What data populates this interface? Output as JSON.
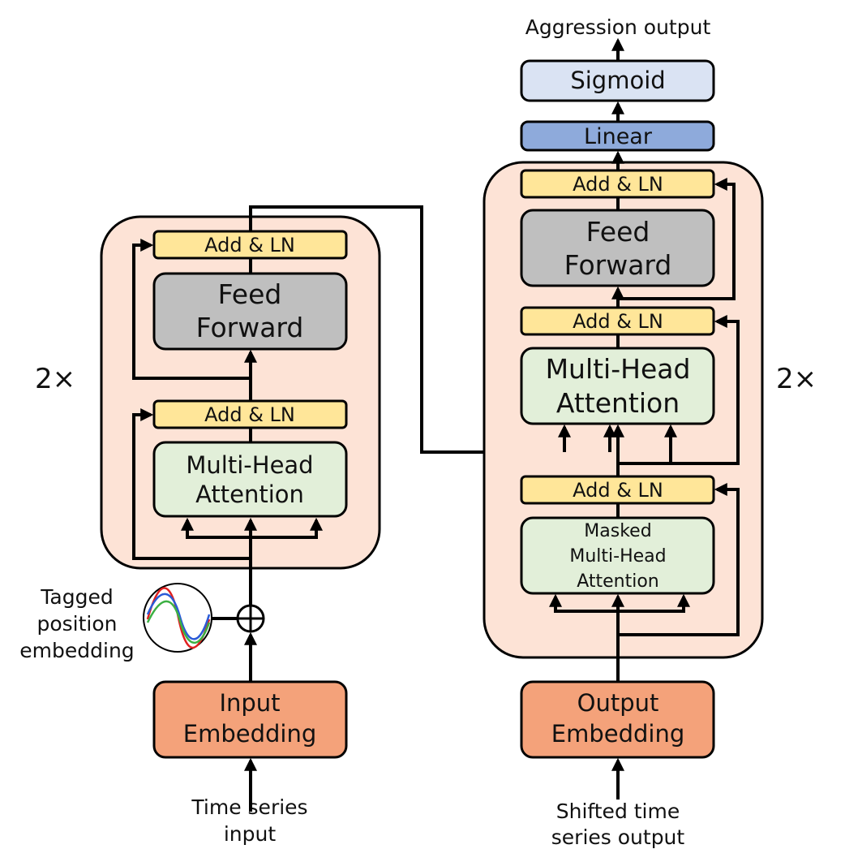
{
  "encoder": {
    "repeat": "2×",
    "add_ln_top": "Add & LN",
    "feed_forward": [
      "Feed",
      "Forward"
    ],
    "add_ln_bottom": "Add & LN",
    "attention": [
      "Multi-Head",
      "Attention"
    ],
    "position_embedding_label": [
      "Tagged",
      "position",
      "embedding"
    ],
    "input_embedding": [
      "Input",
      "Embedding"
    ],
    "input_label": [
      "Time series",
      "input"
    ]
  },
  "decoder": {
    "repeat": "2×",
    "output_label": "Aggression output",
    "sigmoid": "Sigmoid",
    "linear": "Linear",
    "add_ln_top": "Add & LN",
    "feed_forward": [
      "Feed",
      "Forward"
    ],
    "add_ln_middle": "Add & LN",
    "attention": [
      "Multi-Head",
      "Attention"
    ],
    "add_ln_bottom": "Add & LN",
    "masked_attention": [
      "Masked",
      "Multi-Head",
      "Attention"
    ],
    "output_embedding": [
      "Output",
      "Embedding"
    ],
    "input_label": [
      "Shifted time",
      "series output"
    ]
  },
  "colors": {
    "block_bg": "#fde3d6",
    "add_ln": "#ffe699",
    "feed_forward": "#bfbfbf",
    "attention": "#e2efd9",
    "embedding": "#f4a27a",
    "sigmoid": "#dae3f3",
    "linear": "#8eaadb"
  }
}
